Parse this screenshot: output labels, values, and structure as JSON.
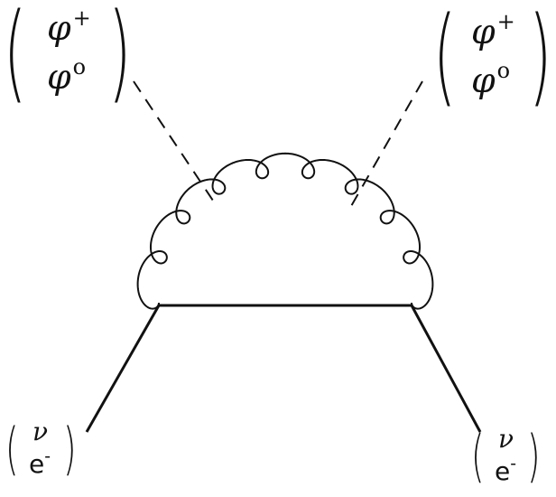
{
  "diagram": {
    "top_left": {
      "upper_symbol": "φ",
      "upper_superscript": "+",
      "lower_symbol": "φ",
      "lower_superscript": "o"
    },
    "top_right": {
      "upper_symbol": "φ",
      "upper_superscript": "+",
      "lower_symbol": "φ",
      "lower_superscript": "o"
    },
    "bottom_left": {
      "upper_symbol": "ν",
      "lower_symbol": "e",
      "lower_superscript": "-"
    },
    "bottom_right": {
      "upper_symbol": "ν",
      "lower_symbol": "e",
      "lower_superscript": "-"
    },
    "line_color": "#111111",
    "background": "#ffffff"
  }
}
